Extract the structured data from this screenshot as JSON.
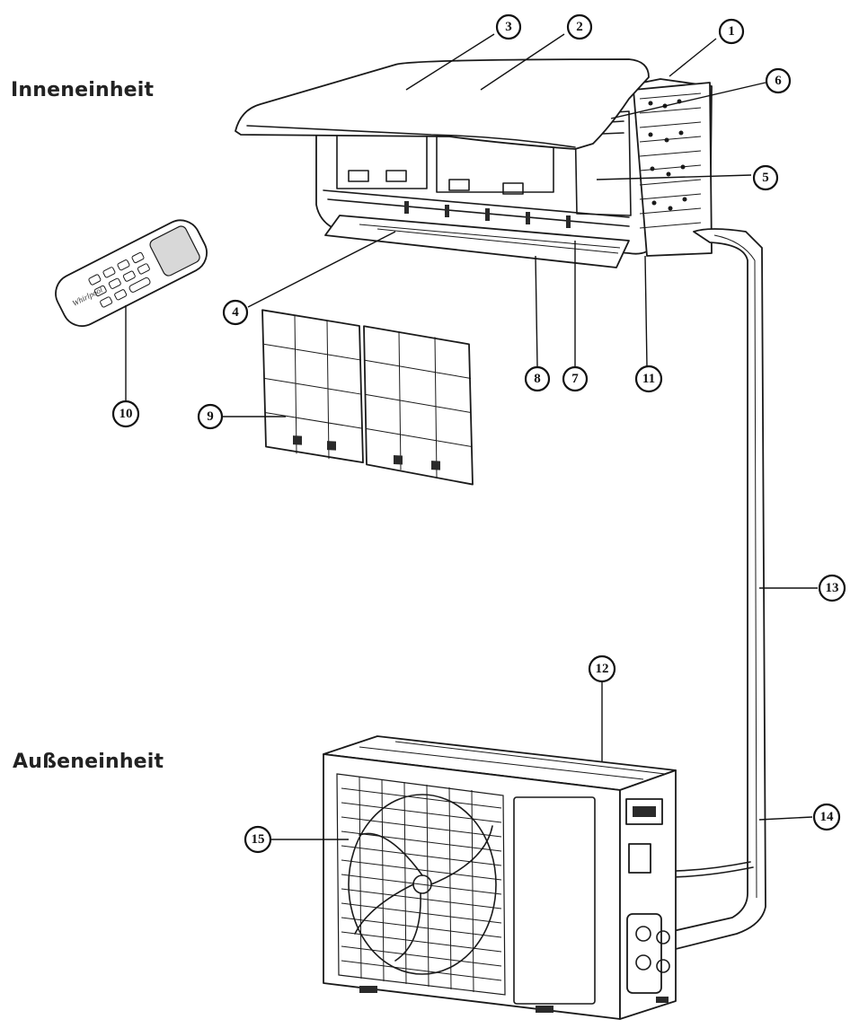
{
  "headings": {
    "indoor": "Inneneinheit",
    "outdoor": "Außeneinheit"
  },
  "callouts": {
    "c1": "1",
    "c2": "2",
    "c3": "3",
    "c4": "4",
    "c5": "5",
    "c6": "6",
    "c7": "7",
    "c8": "8",
    "c9": "9",
    "c10": "10",
    "c11": "11",
    "c12": "12",
    "c13": "13",
    "c14": "14",
    "c15": "15"
  },
  "remote_logo": "Whirlpool"
}
